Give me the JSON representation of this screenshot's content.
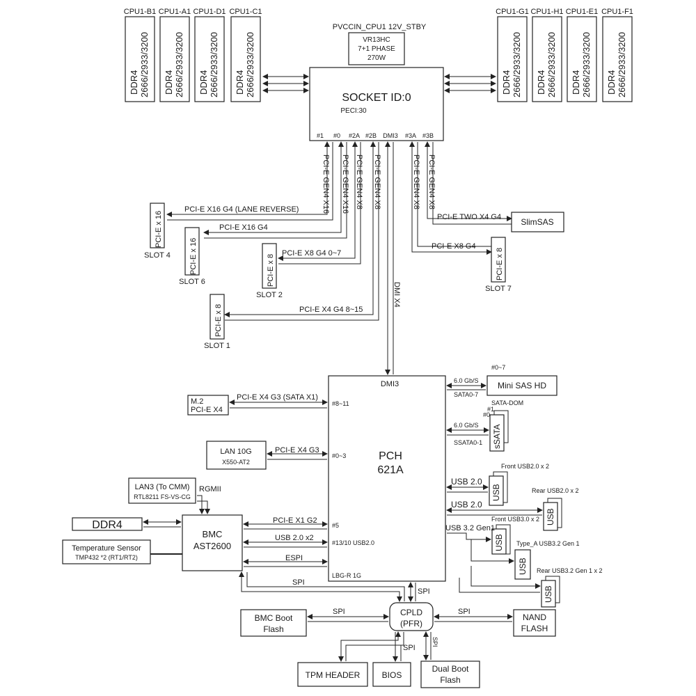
{
  "cpu": {
    "socket_label": "SOCKET  ID:0",
    "peci": "PECI:30",
    "vr": {
      "title": "PVCCIN_CPU1 12V_STBY",
      "lines": [
        "VR13HC",
        "7+1 PHASE",
        "270W"
      ]
    },
    "ports": [
      "#1",
      "#0",
      "#2A",
      "#2B",
      "DMI3",
      "#3A",
      "#3B"
    ],
    "dimm_type": "DDR4",
    "dimm_speed": "2666/2933/3200",
    "dimms_left": [
      "CPU1-B1",
      "CPU1-A1",
      "CPU1-D1",
      "CPU1-C1"
    ],
    "dimms_right": [
      "CPU1-G1",
      "CPU1-H1",
      "CPU1-E1",
      "CPU1-F1"
    ]
  },
  "cpu_links": {
    "vertical_labels": [
      "PCI-E GEN4 X16",
      "PCI-E GEN4 X16",
      "PCI-E GEN4 X8",
      "PCI-E GEN4 X8",
      "PCI-E GEN4 X8",
      "PCI-E GEN4 X8"
    ],
    "dmi": "DMI X4"
  },
  "slots": [
    {
      "id": "slot4",
      "box": "PCI-E x 16",
      "name": "SLOT 4",
      "link": "PCI-E  X16  G4  (LANE  REVERSE)"
    },
    {
      "id": "slot6",
      "box": "PCI-E x 16",
      "name": "SLOT 6",
      "link": "PCI-E  X16  G4"
    },
    {
      "id": "slot2",
      "box": "PCI-E x 8",
      "name": "SLOT 2",
      "link": "PCI-E  X8  G4   0~7"
    },
    {
      "id": "slot1",
      "box": "PCI-E x 8",
      "name": "SLOT 1",
      "link": "PCI-E  X4  G4  8~15"
    },
    {
      "id": "slot7",
      "box": "PCI-E x 8",
      "name": "SLOT 7",
      "link": "PCI-E  X8  G4"
    }
  ],
  "slimsas": {
    "box": "SlimSAS",
    "link": "PCI-E  TWO  X4  G4"
  },
  "pch": {
    "name": "PCH",
    "model": "621A",
    "dmi": "DMI3",
    "lbg": "LBG-R 1G",
    "ports_left": [
      "#8~11",
      "#0~3",
      "#5",
      "#13/10  USB2.0"
    ],
    "ports_right": [
      {
        "speed": "6.0 Gb/S",
        "name": "SATA0-7"
      },
      {
        "speed": "6.0 Gb/S",
        "name": "SSATA0-1"
      }
    ]
  },
  "left_devices": {
    "m2": {
      "lines": [
        "M.2",
        "PCI-E X4"
      ],
      "link": "PCI-E  X4  G3  (SATA  X1)"
    },
    "lan10g": {
      "name": "LAN 10G",
      "sub": "X550-AT2",
      "link": "PCI-E  X4  G3"
    },
    "lan3": {
      "name": "LAN3 (To CMM)",
      "sub": "RTL8211 FS-VS-CG",
      "link": "RGMII"
    }
  },
  "bmc": {
    "name": "BMC",
    "model": "AST2600",
    "links": [
      "PCI-E  X1  G2",
      "USB  2.0  x2",
      "ESPI"
    ],
    "ddr": "DDR4",
    "temp_sensor": {
      "name": "Temperature Sensor",
      "sub": "TMP432 *2 (RT1/RT2)"
    }
  },
  "right_devices": {
    "mini_sas": {
      "name": "Mini SAS HD",
      "ports": "#0~7"
    },
    "ssata": {
      "name": "sSATA",
      "header": "SATA-DOM",
      "ports": [
        "#1",
        "#0"
      ]
    },
    "front_usb2": {
      "label": "Front USB2.0  x 2",
      "link": "USB  2.0",
      "box": "USB"
    },
    "rear_usb2": {
      "label": "Rear USB2.0  x 2",
      "link": "USB  2.0",
      "box": "USB"
    },
    "front_usb3": {
      "label": "Front USB3.0  x 2",
      "link": "USB  3.2  Gen1",
      "box": "USB"
    },
    "typea_usb3": {
      "label": "Type_A USB3.2 Gen 1",
      "box": "USB"
    },
    "rear_usb3": {
      "label": "Rear USB3.2 Gen 1  x 2",
      "box": "USB"
    }
  },
  "bottom": {
    "cpld": {
      "name": "CPLD",
      "sub": "(PFR)"
    },
    "bmc_boot": {
      "lines": [
        "BMC Boot",
        "Flash"
      ]
    },
    "nand": {
      "lines": [
        "NAND",
        "FLASH"
      ]
    },
    "tpm": "TPM HEADER",
    "bios": "BIOS",
    "dual_boot": {
      "lines": [
        "Dual Boot",
        "Flash"
      ]
    },
    "spi": "SPI"
  }
}
